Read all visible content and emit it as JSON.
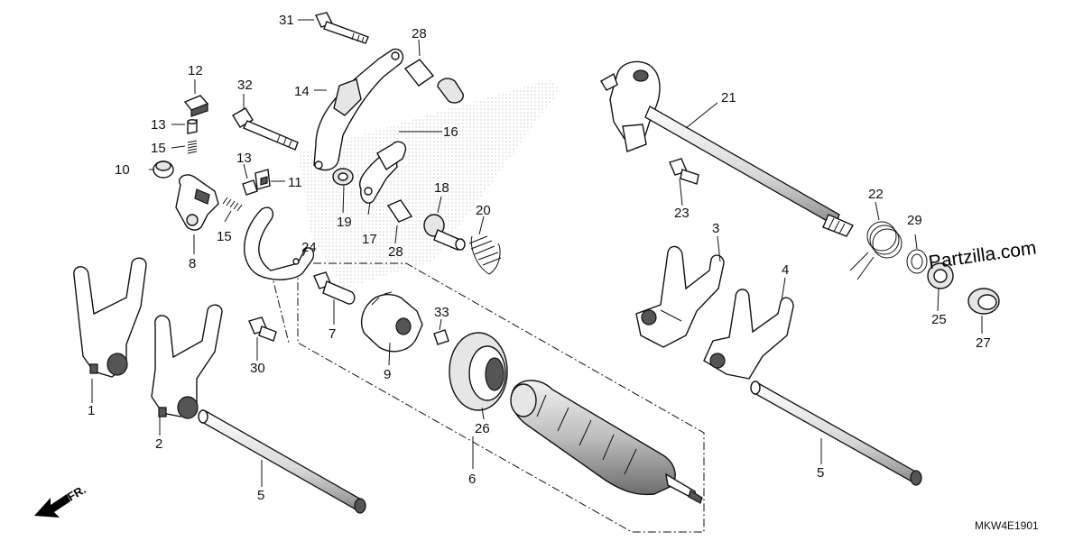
{
  "diagram": {
    "drawing_code": "MKW4E1901",
    "watermark": "Partzilla.com",
    "direction_label": "FR.",
    "part_numbers": {
      "p1": "1",
      "p2": "2",
      "p3": "3",
      "p4": "4",
      "p5a": "5",
      "p5b": "5",
      "p6": "6",
      "p7": "7",
      "p8": "8",
      "p9": "9",
      "p10": "10",
      "p11": "11",
      "p12": "12",
      "p13a": "13",
      "p13b": "13",
      "p14": "14",
      "p15a": "15",
      "p15b": "15",
      "p16": "16",
      "p17": "17",
      "p18": "18",
      "p19": "19",
      "p20": "20",
      "p21": "21",
      "p22": "22",
      "p23": "23",
      "p24": "24",
      "p25": "25",
      "p26": "26",
      "p27": "27",
      "p28a": "28",
      "p28b": "28",
      "p29": "29",
      "p30": "30",
      "p31": "31",
      "p32": "32",
      "p33": "33"
    }
  }
}
